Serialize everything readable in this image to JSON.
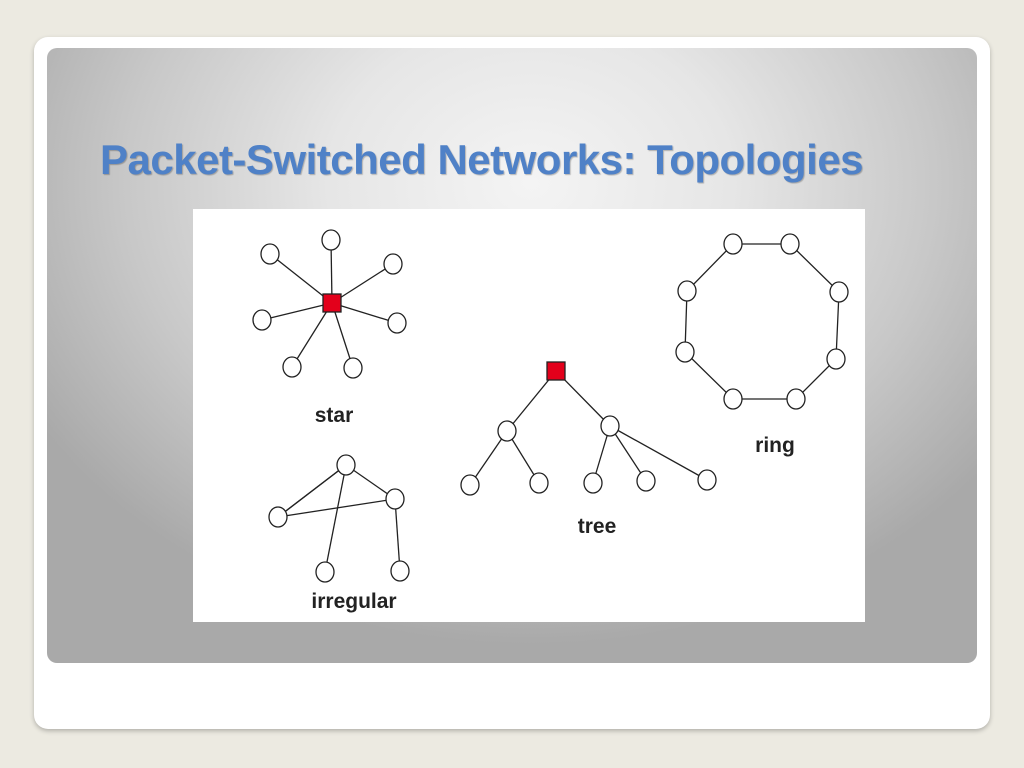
{
  "slide": {
    "title": "Packet-Switched Networks: Topologies"
  },
  "diagram": {
    "labels": {
      "star": "star",
      "ring": "ring",
      "tree": "tree",
      "irregular": "irregular"
    },
    "colors": {
      "hub": "#e3001b",
      "title": "#4f81c7"
    }
  }
}
